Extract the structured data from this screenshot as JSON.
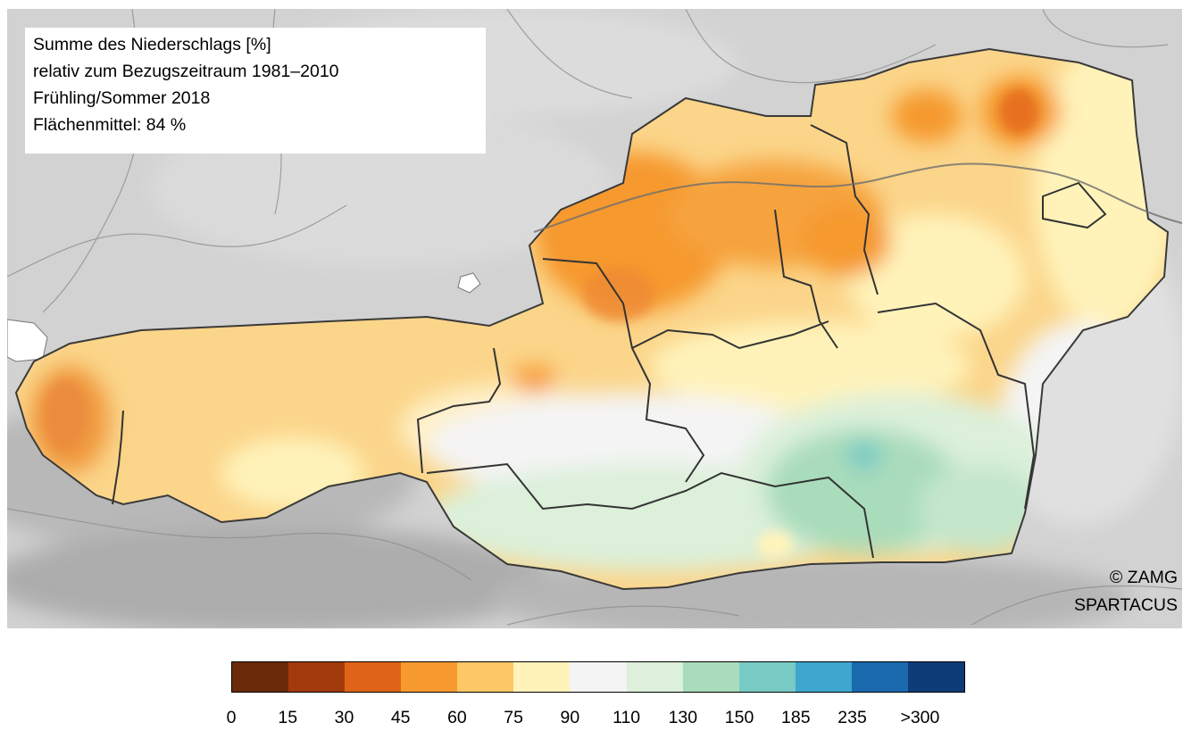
{
  "info_box": {
    "line1": "Summe des Niederschlags [%]",
    "line2": "relativ zum Bezugszeitraum 1981–2010",
    "line3": "Frühling/Sommer 2018",
    "line4": "Flächenmittel: 84 %"
  },
  "credits": {
    "copyright": "© ZAMG",
    "source": "SPARTACUS"
  },
  "legend": {
    "classes": [
      {
        "label": "0",
        "color": "#6b2b0b"
      },
      {
        "label": "15",
        "color": "#a33a0c"
      },
      {
        "label": "30",
        "color": "#e06417"
      },
      {
        "label": "45",
        "color": "#f6992e"
      },
      {
        "label": "60",
        "color": "#fcc766"
      },
      {
        "label": "75",
        "color": "#fff3ba"
      },
      {
        "label": "90",
        "color": "#f4f4f4"
      },
      {
        "label": "110",
        "color": "#dcf0da"
      },
      {
        "label": "130",
        "color": "#a9dcbb"
      },
      {
        "label": "150",
        "color": "#78cbc4"
      },
      {
        "label": "185",
        "color": "#3ea6cf"
      },
      {
        "label": "235",
        "color": "#1b69ae"
      },
      {
        "label": ">300",
        "color": "#0e3c78"
      }
    ]
  }
}
